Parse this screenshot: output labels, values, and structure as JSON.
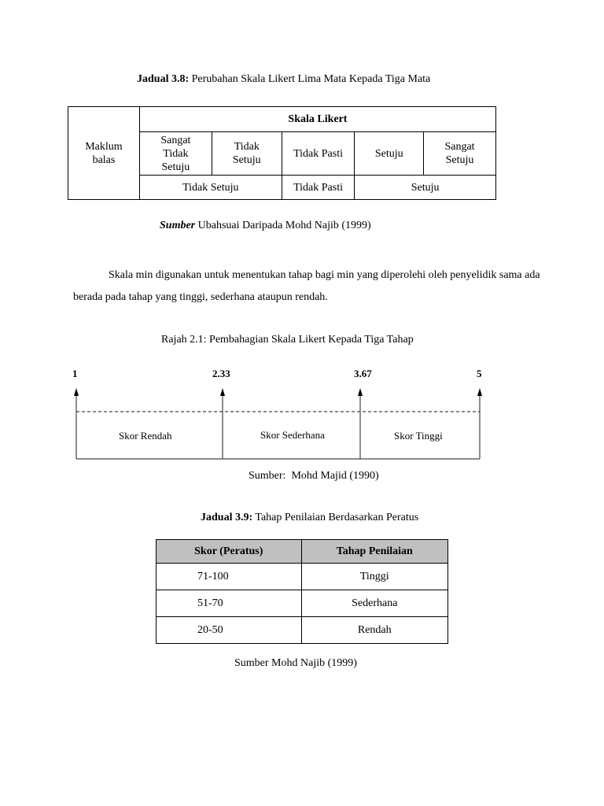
{
  "table1": {
    "caption_prefix": "Jadual 3.8:",
    "caption_text": "Perubahan Skala Likert Lima Mata Kepada Tiga Mata",
    "header_left": "Maklum balas",
    "header_top": "Skala Likert",
    "five_point": [
      "Sangat Tidak Setuju",
      "Tidak Setuju",
      "Tidak Pasti",
      "Setuju",
      "Sangat Setuju"
    ],
    "three_point": [
      "Tidak Setuju",
      "Tidak Pasti",
      "Setuju"
    ],
    "source_prefix": "Sumber",
    "source_text": "Ubahsuai Daripada Mohd Najib (1999)"
  },
  "paragraph": "Skala min digunakan untuk menentukan tahap bagi min yang diperolehi oleh penyelidik sama ada berada pada tahap yang tinggi, sederhana ataupun rendah.",
  "figure": {
    "caption": "Rajah 2.1: Pembahagian Skala Likert Kepada Tiga Tahap",
    "ticks": [
      "1",
      "2.33",
      "3.67",
      "5"
    ],
    "segments": [
      "Skor Rendah",
      "Skor Sederhana",
      "Skor Tinggi"
    ],
    "source": "Sumber:  Mohd Majid (1990)"
  },
  "table2": {
    "caption_prefix": "Jadual 3.9:",
    "caption_text": "Tahap Penilaian Berdasarkan Peratus",
    "headers": [
      "Skor (Peratus)",
      "Tahap Penilaian"
    ],
    "rows": [
      [
        "71-100",
        "Tinggi"
      ],
      [
        "51-70",
        "Sederhana"
      ],
      [
        "20-50",
        "Rendah"
      ]
    ],
    "source": "Sumber Mohd Najib (1999)"
  }
}
